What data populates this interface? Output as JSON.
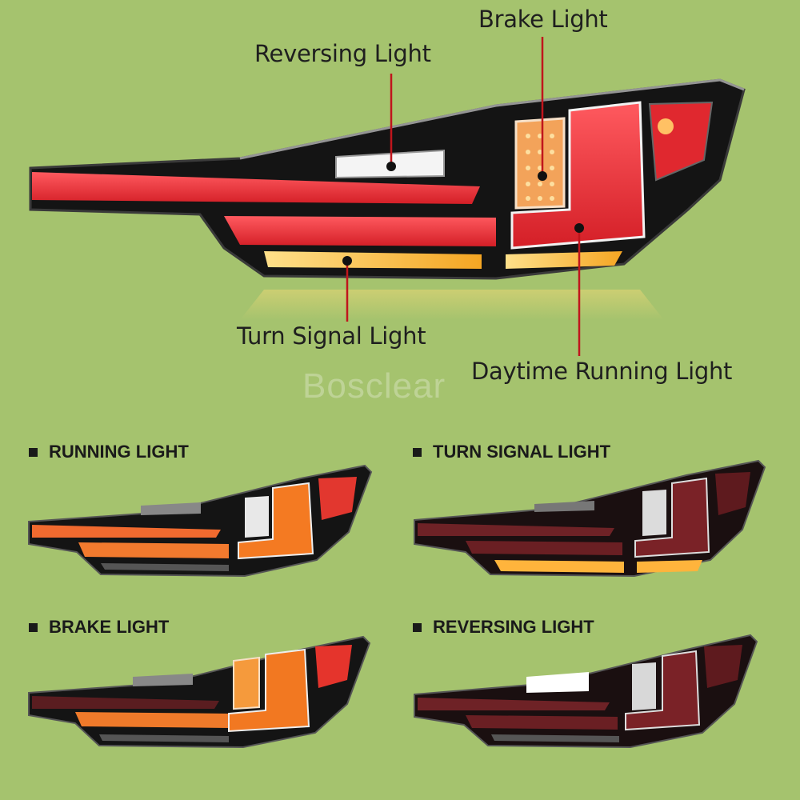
{
  "callouts": {
    "reversing": "Reversing Light",
    "brake": "Brake Light",
    "turn": "Turn Signal Light",
    "daytime": "Daytime Running Light"
  },
  "watermark": "Bosclear",
  "sections": {
    "running": "RUNNING LIGHT",
    "turn_signal": "TURN SIGNAL LIGHT",
    "brake": "BRAKE LIGHT",
    "reversing": "REVERSING LIGHT"
  },
  "colors": {
    "background": "#a5c36e",
    "housing": "#141414",
    "red": "#e8343b",
    "amber": "#f7b23a",
    "pointer": "#c0151c"
  }
}
